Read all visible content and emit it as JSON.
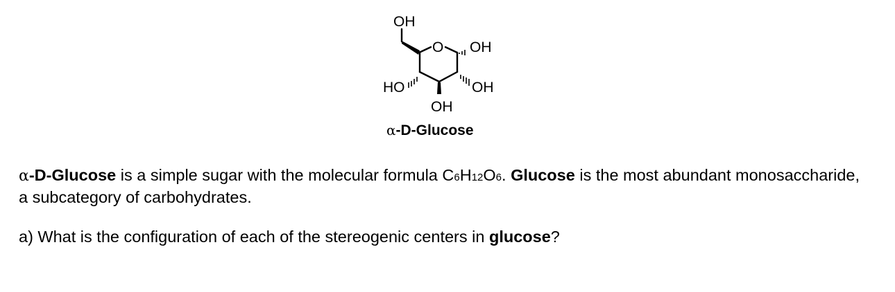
{
  "structure": {
    "atoms": {
      "oh_top": "OH",
      "o_ring": "O",
      "oh_right_top": "OH",
      "ho_left": "HO",
      "oh_right_bottom": "OH",
      "oh_bottom": "OH"
    },
    "wedge_marks": {
      "right_top": "...",
      "left": "''''",
      "right_bottom": "''''"
    }
  },
  "caption": {
    "alpha": "α",
    "name": "-D-Glucose"
  },
  "paragraph1": {
    "alpha": "α",
    "compound": "-D-Glucose",
    "t1": " is a simple sugar with the molecular formula C",
    "s1": "6",
    "t2": "H",
    "s2": "12",
    "t3": "O",
    "s3": "6",
    "t4": ". ",
    "glucose": "Glucose",
    "t5": " is the most abundant monosaccharide, a subcategory of carbohydrates."
  },
  "question": {
    "prefix": "a) What is the configuration of each of the stereogenic centers in ",
    "term": "glucose",
    "suffix": "?"
  }
}
